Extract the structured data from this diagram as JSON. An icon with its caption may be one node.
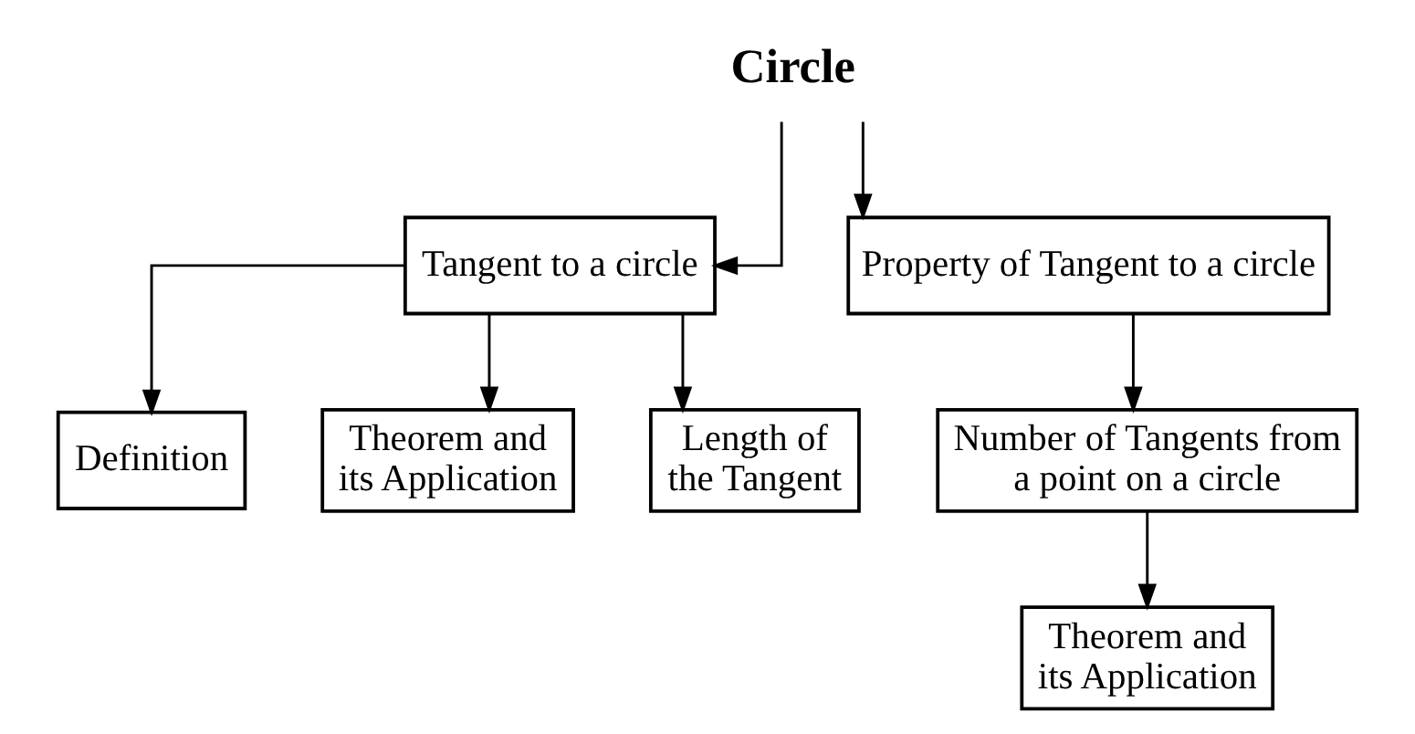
{
  "diagram": {
    "nodes": [
      {
        "text": [
          "Circle"
        ]
      },
      {
        "text": [
          "Tangent to a circle"
        ]
      },
      {
        "text": [
          "Property of Tangent to a circle"
        ]
      },
      {
        "text": [
          "Definition"
        ]
      },
      {
        "text": [
          "Theorem and its Application"
        ]
      },
      {
        "text": [
          "Length of the Tangent"
        ]
      },
      {
        "text": [
          "Number of Tangents from a point on a circle"
        ]
      },
      {
        "text": [
          "Theorem and its Application"
        ]
      }
    ],
    "edges": [
      {
        "from": 0,
        "to": 1,
        "arrow": "to"
      },
      {
        "from": 0,
        "to": 2,
        "arrow": "to"
      },
      {
        "from": 1,
        "to": 3,
        "arrow": "to"
      },
      {
        "from": 1,
        "to": 4,
        "arrow": "to"
      },
      {
        "from": 1,
        "to": 5,
        "arrow": "to"
      },
      {
        "from": 2,
        "to": 6,
        "arrow": "to"
      },
      {
        "from": 6,
        "to": 7,
        "arrow": "to"
      }
    ]
  }
}
